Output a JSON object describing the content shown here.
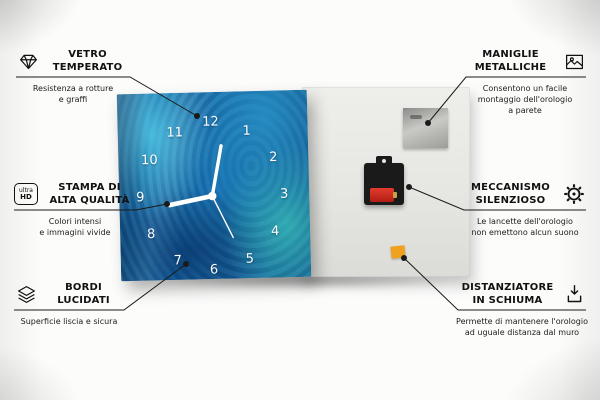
{
  "callouts": [
    {
      "title": "VETRO\nTEMPERATO",
      "subtitle": "Resistenza a rotture\ne graffi",
      "icon": "diamond-icon"
    },
    {
      "title": "STAMPA DI\nALTA QUALITÀ",
      "subtitle": "Colori intensi\ne immagini vivide",
      "icon": "ultra-hd-icon",
      "icon_text_top": "ultra",
      "icon_text_bottom": "HD"
    },
    {
      "title": "BORDI\nLUCIDATI",
      "subtitle": "Superficie liscia e sicura",
      "icon": "layers-icon"
    },
    {
      "title": "MANIGLIE\nMETALLICHE",
      "subtitle": "Consentono un facile\nmontaggio dell'orologio\na parete",
      "icon": "picture-frame-icon"
    },
    {
      "title": "MECCANISMO\nSILENZIOSO",
      "subtitle": "Le lancette dell'orologio\nnon emettono alcun suono",
      "icon": "gear-icon"
    },
    {
      "title": "DISTANZIATORE\nIN SCHIUMA",
      "subtitle": "Permette di mantenere l'orologio\nad uguale distanza dal muro",
      "icon": "spacer-icon"
    }
  ],
  "clock": {
    "numbers": [
      "12",
      "1",
      "2",
      "3",
      "4",
      "5",
      "6",
      "7",
      "8",
      "9",
      "10",
      "11"
    ]
  },
  "colors": {
    "clock_blue": "#1668a6",
    "foam_orange": "#f0a11e",
    "battery_red": "#cf2b1f"
  }
}
